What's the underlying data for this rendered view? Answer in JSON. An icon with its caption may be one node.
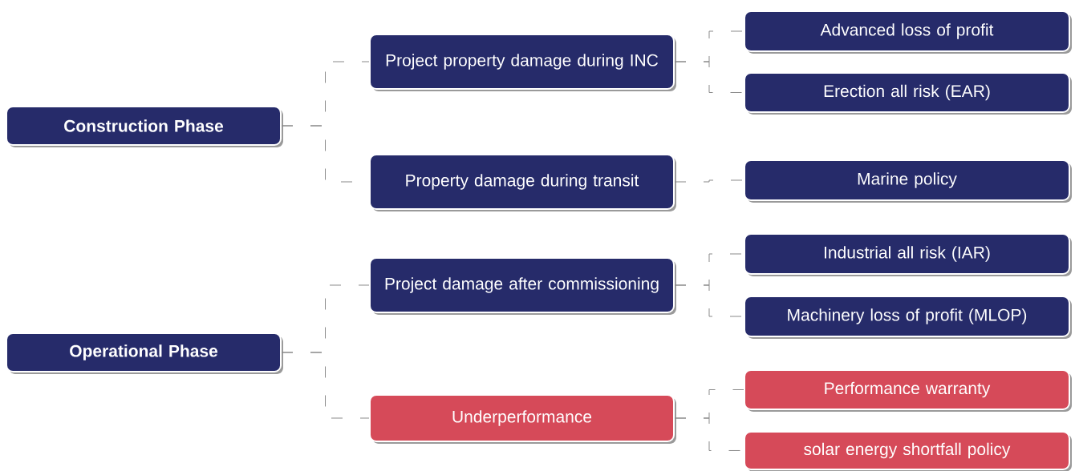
{
  "diagram": {
    "nodes": [
      {
        "text": [
          "Construction Phase"
        ]
      },
      {
        "text": [
          "Project property damage during INC"
        ]
      },
      {
        "text": [
          "Advanced loss of profit"
        ]
      },
      {
        "text": [
          "Erection all risk (EAR)"
        ]
      },
      {
        "text": [
          "Property damage during transit"
        ]
      },
      {
        "text": [
          "Marine policy"
        ]
      },
      {
        "text": [
          "Operational Phase"
        ]
      },
      {
        "text": [
          "Project damage after commissioning"
        ]
      },
      {
        "text": [
          "Industrial all risk (IAR)"
        ]
      },
      {
        "text": [
          "Machinery loss of profit (MLOP)"
        ]
      },
      {
        "text": [
          "Underperformance"
        ]
      },
      {
        "text": [
          "Performance warranty"
        ]
      },
      {
        "text": [
          "solar energy shortfall policy"
        ]
      }
    ],
    "edges": [
      {
        "from": 0,
        "to": 1,
        "arrow": "none",
        "style": "dashed"
      },
      {
        "from": 0,
        "to": 4,
        "arrow": "none",
        "style": "dashed"
      },
      {
        "from": 1,
        "to": 2,
        "arrow": "none",
        "style": "dashed"
      },
      {
        "from": 1,
        "to": 3,
        "arrow": "none",
        "style": "dashed"
      },
      {
        "from": 4,
        "to": 5,
        "arrow": "none",
        "style": "dashed"
      },
      {
        "from": 6,
        "to": 7,
        "arrow": "none",
        "style": "dashed"
      },
      {
        "from": 6,
        "to": 10,
        "arrow": "none",
        "style": "dashed"
      },
      {
        "from": 7,
        "to": 8,
        "arrow": "none",
        "style": "dashed"
      },
      {
        "from": 7,
        "to": 9,
        "arrow": "none",
        "style": "dashed"
      },
      {
        "from": 10,
        "to": 11,
        "arrow": "none",
        "style": "dashed"
      },
      {
        "from": 10,
        "to": 12,
        "arrow": "none",
        "style": "dashed"
      }
    ]
  }
}
